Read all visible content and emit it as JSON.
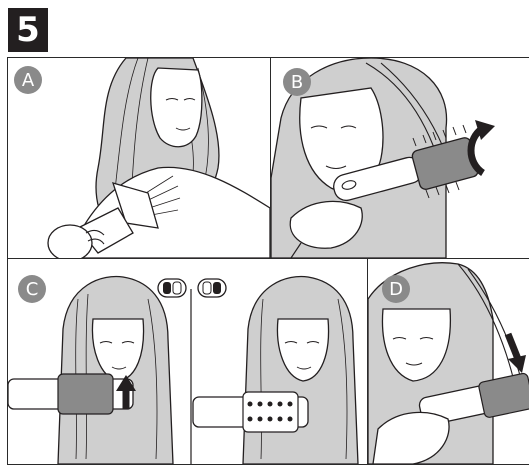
{
  "step_number": "5",
  "panels": {
    "a": {
      "label": "A"
    },
    "b": {
      "label": "B"
    },
    "c": {
      "label": "C"
    },
    "d": {
      "label": "D"
    }
  },
  "colors": {
    "ink": "#231f20",
    "label_fill": "#8a8a8a",
    "hair_fill": "#cfcfcf",
    "skin": "#ffffff"
  },
  "icons": [
    "rotation-arrow-icon",
    "up-arrow-icon",
    "down-arrow-icon",
    "switch-position-left-icon",
    "switch-position-right-icon"
  ]
}
